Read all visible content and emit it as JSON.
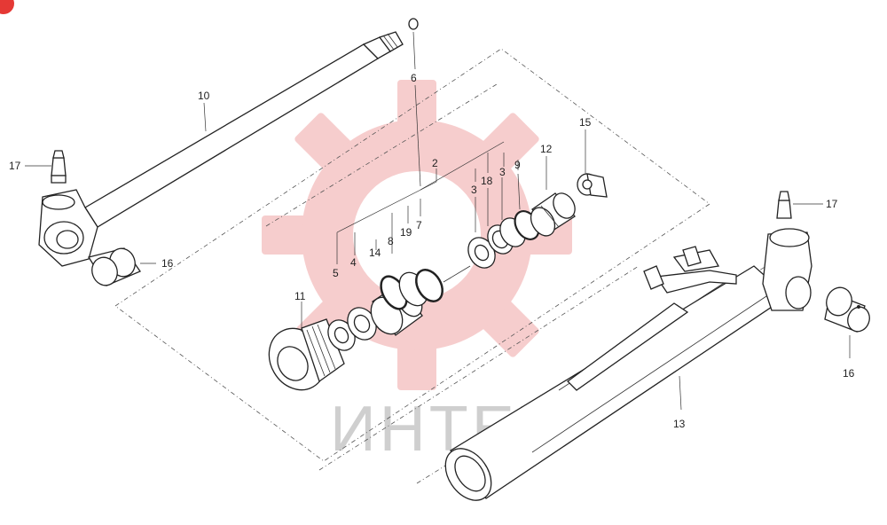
{
  "watermark": {
    "text": "ИНТЕХ",
    "gear_color": "#f6c8c8",
    "text_color": "#cfcfcf"
  },
  "corner_badge": {
    "color": "#e53935"
  },
  "callouts": [
    {
      "id": "c6",
      "text": "6"
    },
    {
      "id": "c10",
      "text": "10"
    },
    {
      "id": "c17a",
      "text": "17"
    },
    {
      "id": "c16a",
      "text": "16"
    },
    {
      "id": "c2",
      "text": "2"
    },
    {
      "id": "c18",
      "text": "18"
    },
    {
      "id": "c3a",
      "text": "3"
    },
    {
      "id": "c3b",
      "text": "3"
    },
    {
      "id": "c9",
      "text": "9"
    },
    {
      "id": "c12",
      "text": "12"
    },
    {
      "id": "c15",
      "text": "15"
    },
    {
      "id": "c17b",
      "text": "17"
    },
    {
      "id": "c5",
      "text": "5"
    },
    {
      "id": "c4",
      "text": "4"
    },
    {
      "id": "c14",
      "text": "14"
    },
    {
      "id": "c8",
      "text": "8"
    },
    {
      "id": "c19",
      "text": "19"
    },
    {
      "id": "c7",
      "text": "7"
    },
    {
      "id": "c11",
      "text": "11"
    },
    {
      "id": "c16b",
      "text": "16"
    },
    {
      "id": "c13",
      "text": "13"
    }
  ]
}
